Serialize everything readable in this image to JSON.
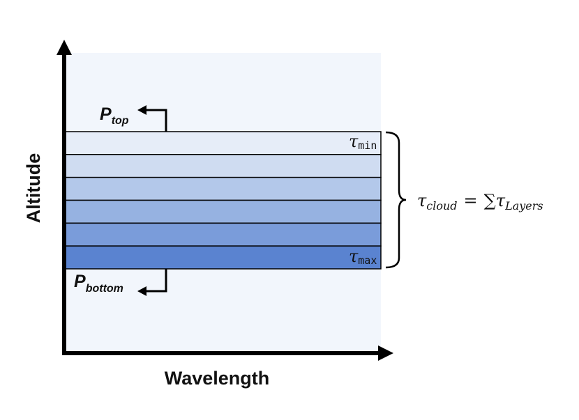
{
  "axes": {
    "x_label": "Wavelength",
    "y_label": "Altitude"
  },
  "pressure": {
    "top": {
      "symbol": "P",
      "subscript": "top"
    },
    "bottom": {
      "symbol": "P",
      "subscript": "bottom"
    }
  },
  "layers": {
    "count": 6,
    "colors": [
      "#e6edf8",
      "#cfdcf1",
      "#b3c8ea",
      "#96b2e1",
      "#7a9cda",
      "#5a83d0"
    ],
    "tau_top": {
      "symbol": "τ",
      "subscript": "min"
    },
    "tau_bottom": {
      "symbol": "τ",
      "subscript": "max"
    }
  },
  "equation": {
    "lhs_symbol": "τ",
    "lhs_subscript": "cloud",
    "operator": "=",
    "sum_symbol": "∑",
    "rhs_symbol": "τ",
    "rhs_subscript": "Layers"
  },
  "colors": {
    "plot_background": "#f2f6fc",
    "axis": "#000000"
  }
}
